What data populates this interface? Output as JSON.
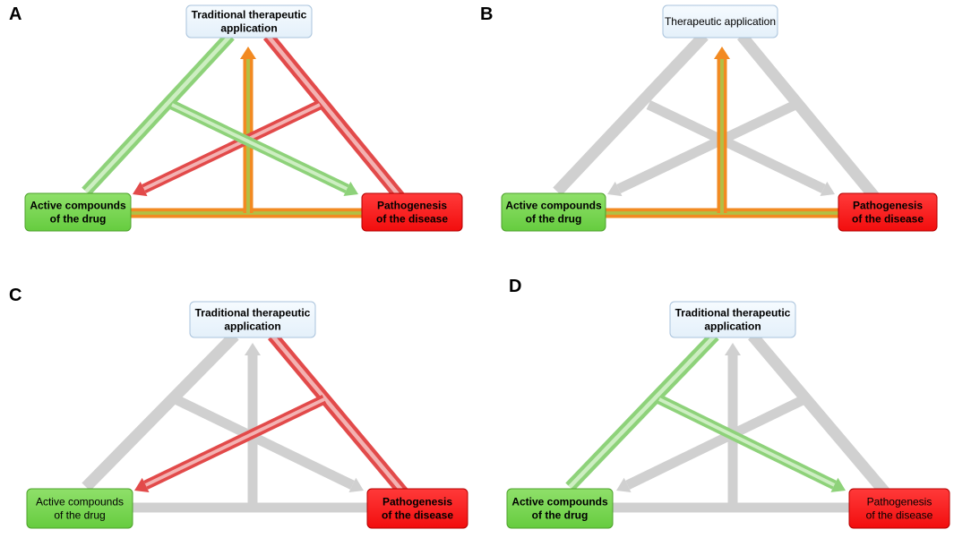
{
  "colors": {
    "gray": "#d0d0d0",
    "green": "#8ed27a",
    "green_light": "#d9f3cf",
    "red": "#e24a4a",
    "red_light": "#f6c5c5",
    "orange": "#f28a22",
    "top_box_fill": "#e4f0fa",
    "top_box_stroke": "#a9c3dc",
    "green_box": "#66cc3f",
    "red_box": "#f20d0d"
  },
  "panels": [
    {
      "letter": "A",
      "top_label": [
        "Traditional therapeutic",
        "application"
      ],
      "top_bold": true,
      "left_label": [
        "Active compounds",
        "of the drug"
      ],
      "left_bold": true,
      "right_label": [
        "Pathogenesis",
        "of the disease"
      ],
      "right_bold": true,
      "edges": {
        "left_side": "green",
        "right_side": "red",
        "base": "orange",
        "vertical": "orange",
        "to_drug": "red",
        "to_disease": "green"
      }
    },
    {
      "letter": "B",
      "top_label": [
        "Therapeutic application"
      ],
      "top_bold": false,
      "left_label": [
        "Active compounds",
        "of the drug"
      ],
      "left_bold": true,
      "right_label": [
        "Pathogenesis",
        "of the disease"
      ],
      "right_bold": true,
      "edges": {
        "left_side": "gray",
        "right_side": "gray",
        "base": "orange",
        "vertical": "orange",
        "to_drug": "gray",
        "to_disease": "gray"
      }
    },
    {
      "letter": "C",
      "top_label": [
        "Traditional therapeutic",
        "application"
      ],
      "top_bold": true,
      "left_label": [
        "Active compounds",
        "of the drug"
      ],
      "left_bold": false,
      "right_label": [
        "Pathogenesis",
        "of the disease"
      ],
      "right_bold": true,
      "edges": {
        "left_side": "gray",
        "right_side": "red",
        "base": "gray",
        "vertical": "gray",
        "to_drug": "red",
        "to_disease": "gray"
      }
    },
    {
      "letter": "D",
      "top_label": [
        "Traditional therapeutic",
        "application"
      ],
      "top_bold": true,
      "left_label": [
        "Active compounds",
        "of the drug"
      ],
      "left_bold": true,
      "right_label": [
        "Pathogenesis",
        "of the disease"
      ],
      "right_bold": false,
      "edges": {
        "left_side": "green",
        "right_side": "gray",
        "base": "gray",
        "vertical": "gray",
        "to_drug": "gray",
        "to_disease": "green"
      }
    }
  ]
}
